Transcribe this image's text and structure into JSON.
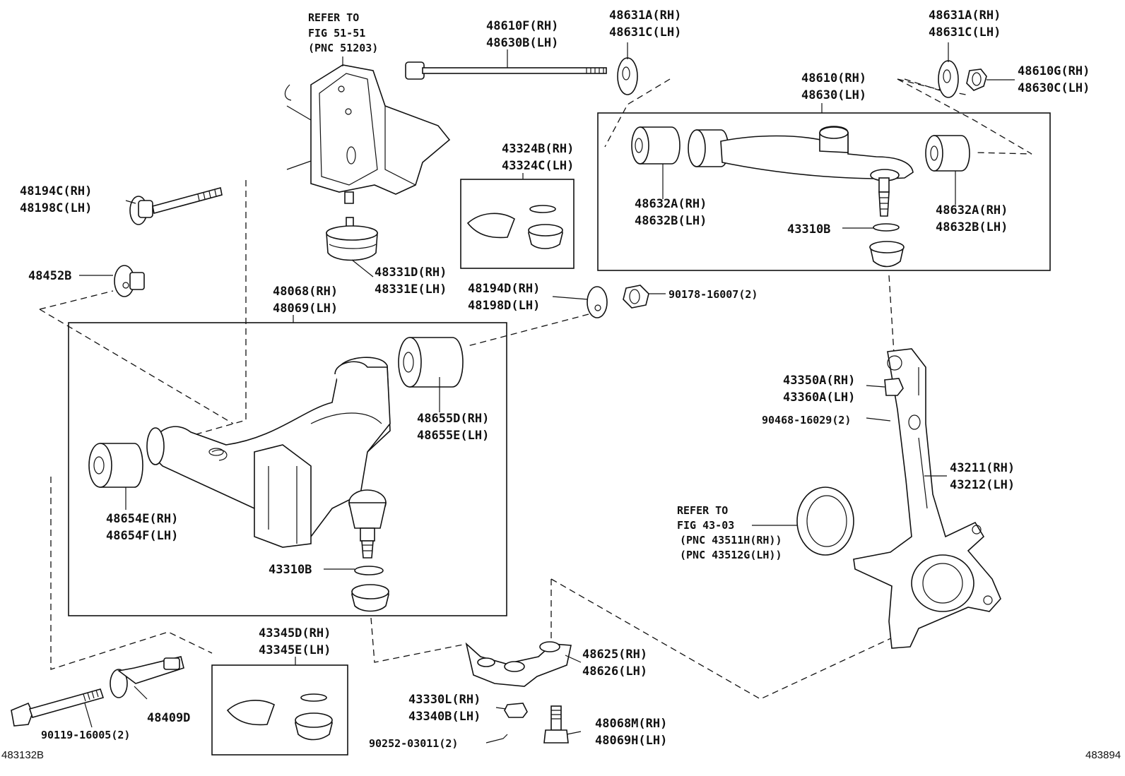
{
  "diagram": {
    "image_codes": {
      "left": "483132B",
      "right": "483894"
    },
    "refer_bracket": [
      "REFER TO",
      "FIG 51-51",
      "(PNC 51203)"
    ],
    "refer_hub": [
      "REFER TO",
      "FIG 43-03",
      "(PNC 43511H(RH))",
      "(PNC 43512G(LH))"
    ],
    "labels": {
      "p48610F": [
        "48610F(RH)",
        "48630B(LH)"
      ],
      "p48631A_l": [
        "48631A(RH)",
        "48631C(LH)"
      ],
      "p48631A_r": [
        "48631A(RH)",
        "48631C(LH)"
      ],
      "p48610": [
        "48610(RH)",
        "48630(LH)"
      ],
      "p48610G": [
        "48610G(RH)",
        "48630C(LH)"
      ],
      "p48194C": [
        "48194C(RH)",
        "48198C(LH)"
      ],
      "p43324B": [
        "43324B(RH)",
        "43324C(LH)"
      ],
      "p48632A_l": [
        "48632A(RH)",
        "48632B(LH)"
      ],
      "p48632A_r": [
        "48632A(RH)",
        "48632B(LH)"
      ],
      "p43310B_top": "43310B",
      "p48452B": "48452B",
      "p48331D": [
        "48331D(RH)",
        "48331E(LH)"
      ],
      "p48194D": [
        "48194D(RH)",
        "48198D(LH)"
      ],
      "p90178": "90178-16007(2)",
      "p48068": [
        "48068(RH)",
        "48069(LH)"
      ],
      "p43350A": [
        "43350A(RH)",
        "43360A(LH)"
      ],
      "p90468": "90468-16029(2)",
      "p48655D": [
        "48655D(RH)",
        "48655E(LH)"
      ],
      "p43211": [
        "43211(RH)",
        "43212(LH)"
      ],
      "p48654E": [
        "48654E(RH)",
        "48654F(LH)"
      ],
      "p43310B_bot": "43310B",
      "p43345D": [
        "43345D(RH)",
        "43345E(LH)"
      ],
      "p48625": [
        "48625(RH)",
        "48626(LH)"
      ],
      "p48409D": "48409D",
      "p90119": "90119-16005(2)",
      "p43330L": [
        "43330L(RH)",
        "43340B(LH)"
      ],
      "p48068M": [
        "48068M(RH)",
        "48069H(LH)"
      ],
      "p90252": "90252-03011(2)"
    }
  }
}
